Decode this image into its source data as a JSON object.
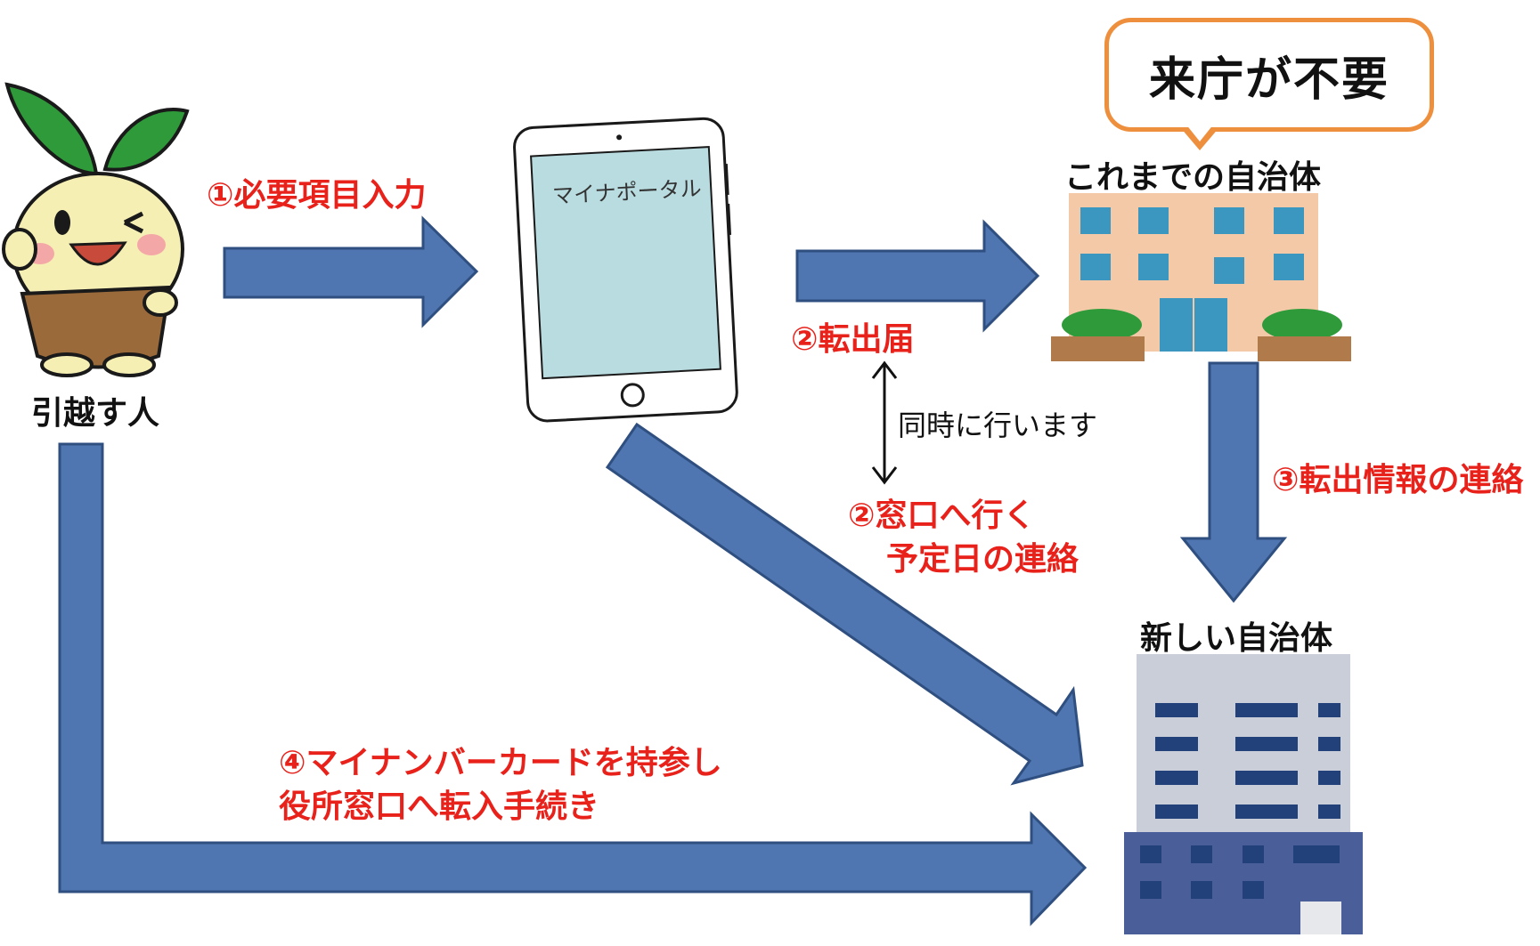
{
  "person": {
    "label": "引越す人"
  },
  "tablet": {
    "screen_text": "マイナポータル"
  },
  "old_municipality": {
    "label": "これまでの自治体"
  },
  "new_municipality": {
    "label": "新しい自治体"
  },
  "speech_bubble": {
    "text": "来庁が不要"
  },
  "steps": {
    "step1": "①必要項目入力",
    "step2a": "②転出届",
    "simultaneous": "同時に行います",
    "step2b_line1": "②窓口へ行く",
    "step2b_line2": "予定日の連絡",
    "step3": "③転出情報の連絡",
    "step4_line1": "④マイナンバーカードを持参し",
    "step4_line2": "役所窓口へ転入手続き"
  },
  "colors": {
    "arrow_fill": "#4f76b0",
    "arrow_stroke": "#2f4f80",
    "label_red": "#e8211a",
    "bubble_border": "#ee8f3e",
    "old_building": "#f3c9a8",
    "new_building_upper": "#c9ced8",
    "new_building_lower": "#4a5e9a"
  },
  "icons": [
    "mascot-character",
    "tablet-icon",
    "old-building-icon",
    "new-building-icon"
  ]
}
